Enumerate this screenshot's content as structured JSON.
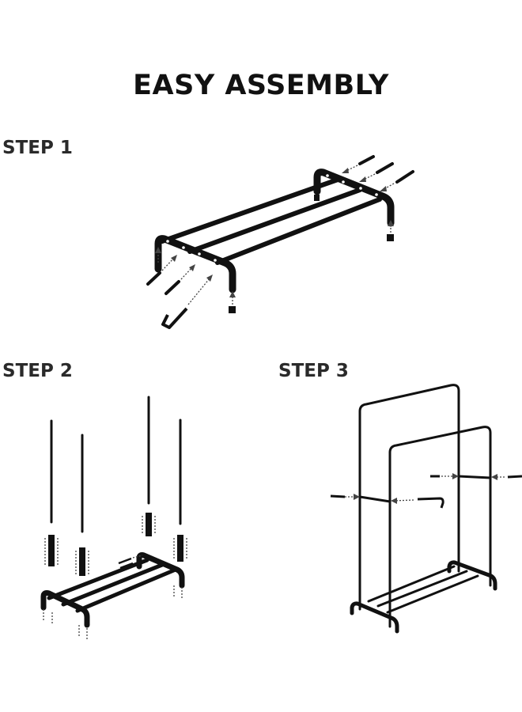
{
  "title": "EASY ASSEMBLY",
  "steps": [
    {
      "label": "STEP 1"
    },
    {
      "label": "STEP 2"
    },
    {
      "label": "STEP 3"
    }
  ],
  "colors": {
    "frame": "#111111",
    "arrow": "#444444",
    "text": "#111111"
  }
}
